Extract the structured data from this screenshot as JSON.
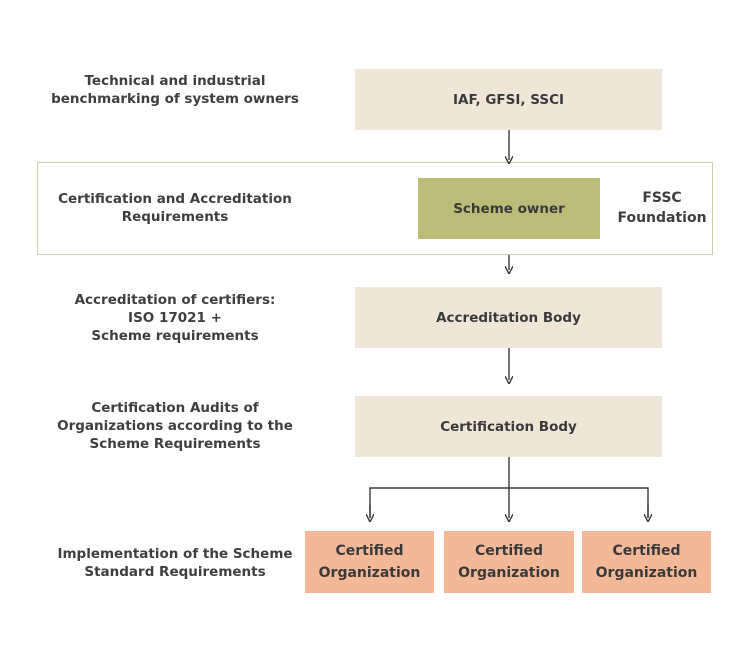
{
  "rows": {
    "benchmarking": {
      "label": "Technical and industrial\nbenchmarking of system owners",
      "box": "IAF, GFSI, SSCI"
    },
    "requirements": {
      "label": "Certification and Accreditation\nRequirements",
      "box": "Scheme owner",
      "side_label": "FSSC\nFoundation"
    },
    "accreditation": {
      "label": "Accreditation of certifiers:\nISO 17021 +\nScheme requirements",
      "box": "Accreditation Body"
    },
    "audits": {
      "label": "Certification Audits of\nOrganizations according to the\nScheme Requirements",
      "box": "Certification Body"
    },
    "implementation": {
      "label": "Implementation of the Scheme\nStandard Requirements",
      "boxes": [
        "Certified\nOrganization",
        "Certified\nOrganization",
        "Certified\nOrganization"
      ]
    }
  },
  "colors": {
    "beige": "#efe6d8",
    "olive": "#bcbc78",
    "salmon": "#f3b898",
    "frame": "#c9d2a8",
    "arrow": "#3a3a3a"
  }
}
